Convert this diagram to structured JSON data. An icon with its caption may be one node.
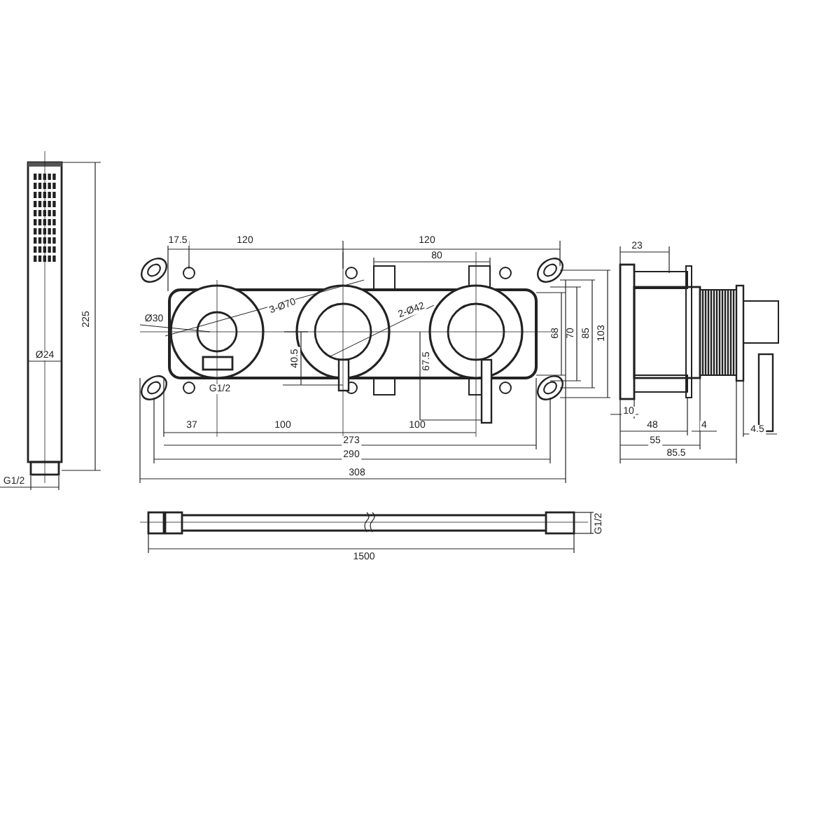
{
  "diagram": {
    "labels": [
      "17.5",
      "120",
      "120",
      "80",
      "Ø30",
      "3-Ø70",
      "2-Ø42",
      "225",
      "Ø24",
      "40.5",
      "67.5",
      "68",
      "70",
      "85",
      "103",
      "23",
      "G1/2",
      "37",
      "100",
      "100",
      "10",
      "48",
      "4",
      "4.5",
      "273",
      "55",
      "290",
      "85.5",
      "308",
      "G1/2",
      "G1/2",
      "1500"
    ]
  }
}
